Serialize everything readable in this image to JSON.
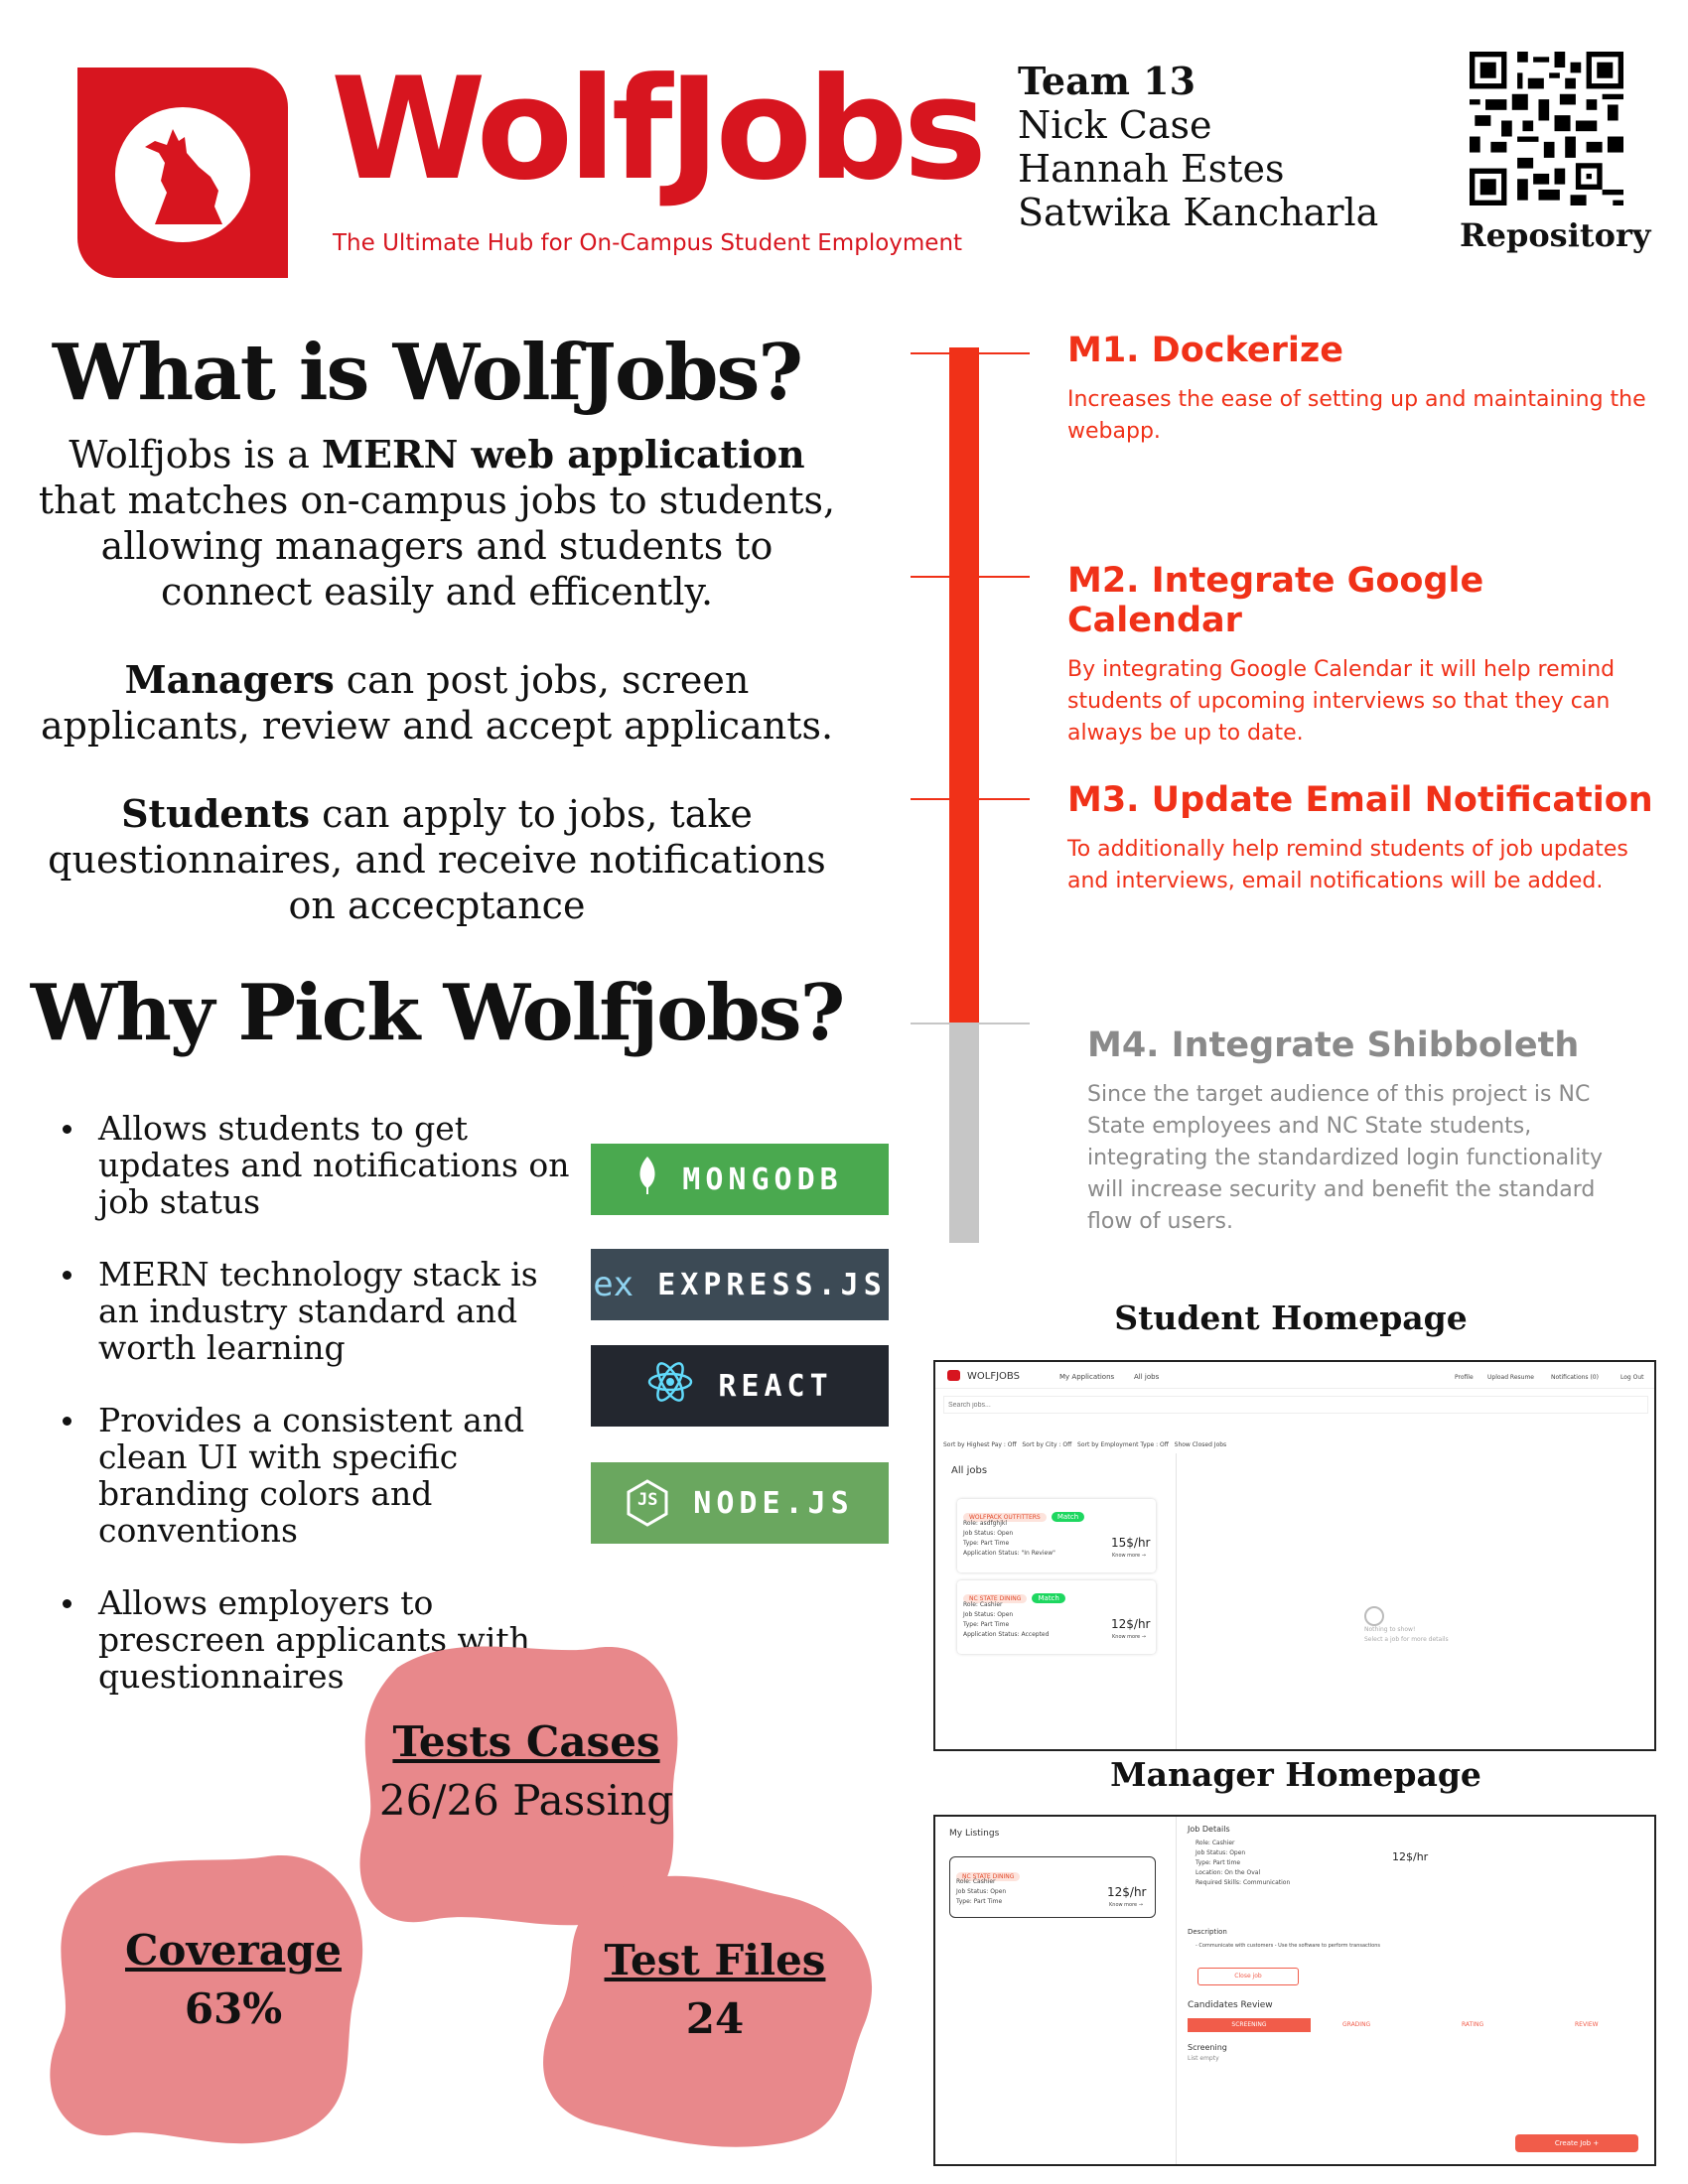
{
  "brand": {
    "name": "WolfJobs",
    "tagline": "The Ultimate Hub for On-Campus Student Employment",
    "color": "#d7151f"
  },
  "team": {
    "title": "Team 13",
    "members": [
      "Nick Case",
      "Hannah Estes",
      "Satwika Kancharla"
    ]
  },
  "repo": {
    "label": "Repository"
  },
  "what": {
    "title": "What is WolfJobs?",
    "p1_pre": "Wolfjobs is a ",
    "p1_bold": "MERN web application",
    "p1_post": " that matches on-campus jobs to students, allowing managers and students to connect easily and efficently.",
    "p2_bold": "Managers",
    "p2_post": " can post jobs, screen applicants, review and accept applicants.",
    "p3_bold": "Students",
    "p3_post": " can apply to jobs, take questionnaires, and receive notifications on accecptance"
  },
  "why": {
    "title": "Why Pick Wolfjobs?",
    "bullets": [
      "Allows students to get updates and notifications on job status",
      "MERN technology stack is an industry standard and worth learning",
      "Provides a consistent and clean UI with specific branding colors and conventions",
      "Allows employers to prescreen applicants with questionnaires"
    ]
  },
  "tech": [
    {
      "label": "MONGODB",
      "icon": "leaf-icon",
      "color": "#4aa94f"
    },
    {
      "label": "EXPRESS.JS",
      "icon": "ex",
      "color": "#3c4a55"
    },
    {
      "label": "REACT",
      "icon": "atom-icon",
      "color": "#23272f"
    },
    {
      "label": "NODE.JS",
      "icon": "JS",
      "color": "#6aa75f"
    }
  ],
  "stats": {
    "tests": {
      "label": "Tests Cases",
      "value": "26/26 Passing"
    },
    "coverage": {
      "label": "Coverage",
      "value": "63%"
    },
    "files": {
      "label": "Test Files",
      "value": "24"
    },
    "blob_color": "#e8888b"
  },
  "milestones": [
    {
      "title": "M1. Dockerize",
      "desc": "Increases the ease of setting up and maintaining the webapp."
    },
    {
      "title": "M2. Integrate Google Calendar",
      "desc": "By integrating Google Calendar it will help remind students of upcoming interviews so that they can always be up to date."
    },
    {
      "title": "M3. Update Email Notification",
      "desc": "To additionally help remind students of job updates and interviews, email notifications will be added."
    },
    {
      "title": "M4. Integrate Shibboleth",
      "desc": "Since the target audience of this project is NC State employees and NC State students, integrating the standardized login functionality will increase security and benefit the standard flow of users."
    }
  ],
  "student_shot": {
    "title": "Student Homepage",
    "nav_brand": "WOLFJOBS",
    "nav_left": [
      "My Applications",
      "All jobs"
    ],
    "nav_right": [
      "Profile",
      "Upload Resume",
      "Notifications (0)",
      "Log Out"
    ],
    "search_placeholder": "Search jobs...",
    "filters": [
      "Sort by Highest Pay : Off",
      "Sort by City : Off",
      "Sort by Employment Type : Off",
      "Show Closed Jobs"
    ],
    "list_title": "All jobs",
    "jobs": [
      {
        "tag": "WOLFPACK OUTFITTERS",
        "badge": "Match",
        "lines": [
          "Role: asdfghjkl",
          "Job Status: Open",
          "Type: Part Time",
          "Application Status: \"In Review\""
        ],
        "pay": "15$/hr",
        "more": "Know more →"
      },
      {
        "tag": "NC STATE DINING",
        "badge": "Match",
        "lines": [
          "Role: Cashier",
          "Job Status: Open",
          "Type: Part Time",
          "Application Status: Accepted"
        ],
        "pay": "12$/hr",
        "more": "Know more →"
      }
    ],
    "empty_title": "Nothing to show!",
    "empty_sub": "Select a job for more details"
  },
  "manager_shot": {
    "title": "Manager Homepage",
    "listings_title": "My Listings",
    "listing": {
      "tag": "NC STATE DINING",
      "lines": [
        "Role: Cashier",
        "Job Status: Open",
        "Type: Part Time"
      ],
      "pay": "12$/hr",
      "more": "Know more →"
    },
    "details_title": "Job Details",
    "details": [
      "Role: Cashier",
      "Job Status: Open",
      "Type: Part time",
      "Location: On the Oval",
      "Required Skills: Communication"
    ],
    "details_pay": "12$/hr",
    "desc_title": "Description",
    "desc_text": "- Communicate with customers - Use the software to perform transactions",
    "close_btn": "Close job",
    "review_title": "Candidates Review",
    "review_tabs": [
      "SCREENING",
      "GRADING",
      "RATING",
      "REVIEW"
    ],
    "screening_title": "Screening",
    "screening_sub": "List empty",
    "create_btn": "Create Job +"
  }
}
